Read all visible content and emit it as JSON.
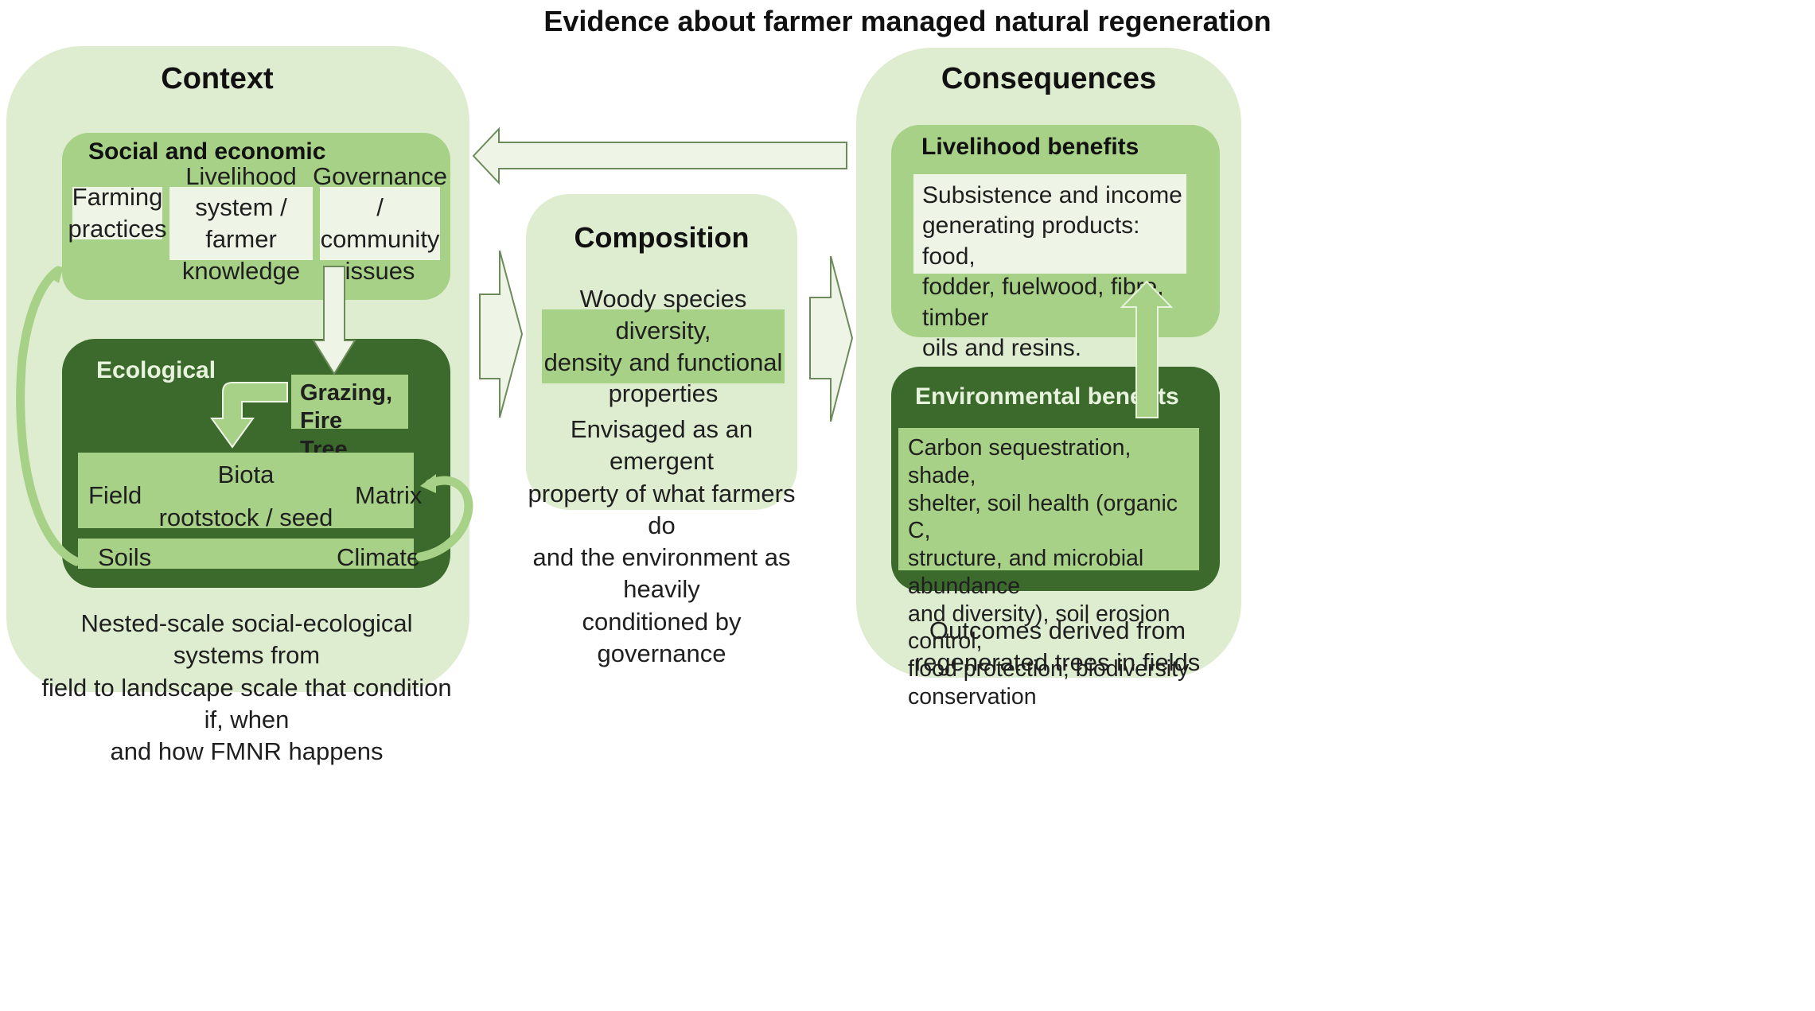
{
  "title": "Evidence about farmer managed natural regeneration",
  "context": {
    "heading": "Context",
    "social": {
      "label": "Social and economic",
      "items": [
        "Farming\npractices",
        "Livelihood\nsystem / farmer\nknowledge",
        "Governance /\ncommunity\nissues"
      ]
    },
    "ecological": {
      "label": "Ecological",
      "drivers": "Grazing, Fire\nTree cover",
      "biota": "Biota",
      "field": "Field",
      "matrix": "Matrix",
      "rootstock": "rootstock / seed",
      "soils": "Soils",
      "climate": "Climate"
    },
    "caption": "Nested-scale social-ecological systems from\nfield to landscape scale that condition if, when\nand how FMNR happens"
  },
  "composition": {
    "heading": "Composition",
    "box": "Woody species diversity,\ndensity and functional\nproperties",
    "caption": "Envisaged as an emergent\nproperty of what farmers do\nand the environment as heavily\nconditioned by governance"
  },
  "consequences": {
    "heading": "Consequences",
    "livelihood": {
      "label": "Livelihood benefits",
      "text": "Subsistence and income\ngenerating products: food,\nfodder, fuelwood, fibre, timber\noils and resins."
    },
    "environmental": {
      "label": "Environmental benefits",
      "text": "Carbon sequestration, shade,\nshelter, soil health (organic C,\nstructure, and microbial abundance\nand diversity), soil erosion control,\nflood protection; biodiversity\nconservation"
    },
    "caption": "Outcomes derived from\nregenerated trees in fields"
  },
  "colors": {
    "panel": "#deecd0",
    "mid_green": "#a7d186",
    "dark_green": "#3b6a2c",
    "pale": "#eef5e6",
    "arrow_fill": "#eef5e6",
    "arrow_stroke": "#6d8a5a"
  }
}
